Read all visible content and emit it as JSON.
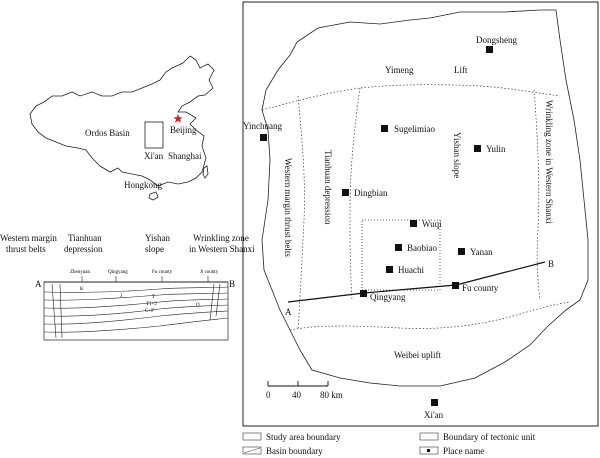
{
  "china_inset": {
    "labels": {
      "ordos": "Ordos Basin",
      "beijing": "Beijing",
      "xian": "Xi'an",
      "shanghai": "Shanghai",
      "hongkong": "Hongkong"
    },
    "star_color": "#d62020"
  },
  "section": {
    "headers": {
      "western": [
        "Western margin",
        "thrust belts"
      ],
      "tianhuan": [
        "Tianhuan",
        "depression"
      ],
      "yishan": [
        "Yishan",
        "slope"
      ],
      "wrinkling": [
        "Wrinkling zone",
        "in Western Shanxi"
      ]
    },
    "end_a": "A",
    "end_b": "B",
    "wells": [
      "Zhenyuan",
      "Qingyang",
      "Fu county",
      "Ji county"
    ],
    "strata": [
      "K",
      "J",
      "T",
      "T1+2",
      "C+P",
      "O"
    ]
  },
  "main_map": {
    "units": {
      "yimeng": "Yimeng",
      "lift": "Lift",
      "western_margin": "Western margin thrust belts",
      "tianhuan": "Tianhuan depression",
      "yishan": "Yishan slope",
      "wrinkling": "Wrinkling zone in Western Shanxi",
      "weibei": "Weibei uplift"
    },
    "places": [
      {
        "id": "dongsheng",
        "name": "Dongsheng"
      },
      {
        "id": "yinchuang",
        "name": "Yinchuang"
      },
      {
        "id": "sugelimiao",
        "name": "Sugelimiao"
      },
      {
        "id": "yulin",
        "name": "Yulin"
      },
      {
        "id": "dingbian",
        "name": "Dingbian"
      },
      {
        "id": "wuqi",
        "name": "Wuqi"
      },
      {
        "id": "baobiao",
        "name": "Baobiao"
      },
      {
        "id": "yanan",
        "name": "Yanan"
      },
      {
        "id": "huachi",
        "name": "Huachi"
      },
      {
        "id": "qingyang",
        "name": "Qingyang"
      },
      {
        "id": "fucounty",
        "name": "Fu county"
      },
      {
        "id": "xian",
        "name": "Xi'an"
      }
    ],
    "profile_a": "A",
    "profile_b": "B",
    "scale": {
      "ticks": [
        "0",
        "40",
        "80 km"
      ]
    }
  },
  "legend": {
    "study_area": "Study area boundary",
    "basin": "Basin boundary",
    "tectonic": "Boundary of tectonic unit",
    "place": "Place name"
  }
}
